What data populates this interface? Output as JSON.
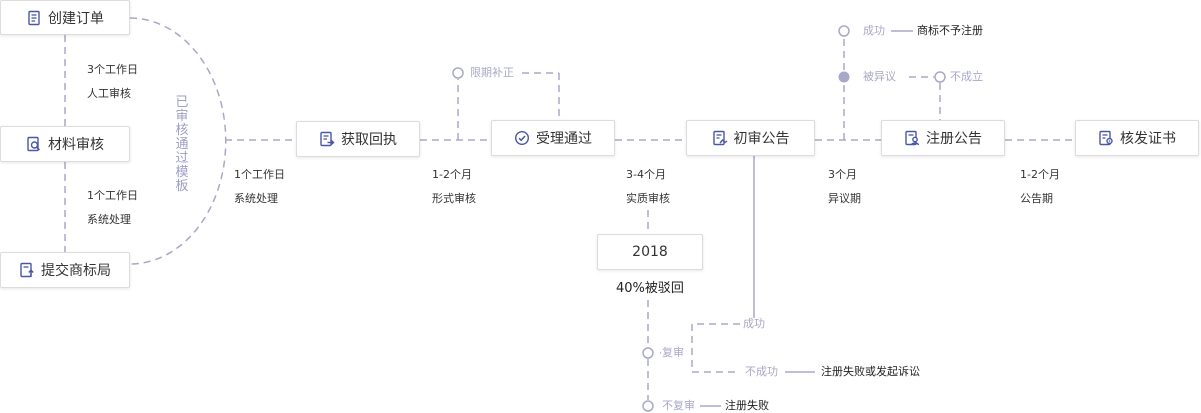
{
  "colors": {
    "line": "#a8a8c8",
    "icon": "#4a56a6",
    "node_fill": "#a8a8c8"
  },
  "steps": {
    "create_order": {
      "label": "创建订单",
      "icon": "document-icon"
    },
    "material_review": {
      "label": "材料审核",
      "icon": "search-document-icon"
    },
    "submit_bureau": {
      "label": "提交商标局",
      "icon": "upload-document-icon"
    },
    "get_receipt": {
      "label": "获取回执",
      "icon": "receipt-icon"
    },
    "accepted": {
      "label": "受理通过",
      "icon": "check-circle-icon"
    },
    "prelim_notice": {
      "label": "初审公告",
      "icon": "notice-icon"
    },
    "reg_notice": {
      "label": "注册公告",
      "icon": "user-document-icon"
    },
    "certificate": {
      "label": "核发证书",
      "icon": "certificate-icon"
    }
  },
  "side_template": "已审核通过模板",
  "durations": {
    "d1": {
      "time": "3个工作日",
      "desc": "人工审核"
    },
    "d2": {
      "time": "1个工作日",
      "desc": "系统处理"
    },
    "d3": {
      "time": "1个工作日",
      "desc": "系统处理"
    },
    "d4": {
      "time": "1-2个月",
      "desc": "形式审核"
    },
    "d5": {
      "time": "3-4个月",
      "desc": "实质审核"
    },
    "d6": {
      "time": "3个月",
      "desc": "异议期"
    },
    "d7": {
      "time": "1-2个月",
      "desc": "公告期"
    }
  },
  "branches": {
    "correction": "限期补正",
    "success": "成功",
    "success_result": "商标不予注册",
    "opposed": "被异议",
    "not_established": "不成立"
  },
  "rejection": {
    "year": "2018",
    "rate_text": "40%被驳回",
    "review": "复审",
    "review_success": "成功",
    "review_fail": "不成功",
    "review_fail_result": "注册失败或发起诉讼",
    "no_review": "不复审",
    "no_review_result": "注册失败"
  }
}
